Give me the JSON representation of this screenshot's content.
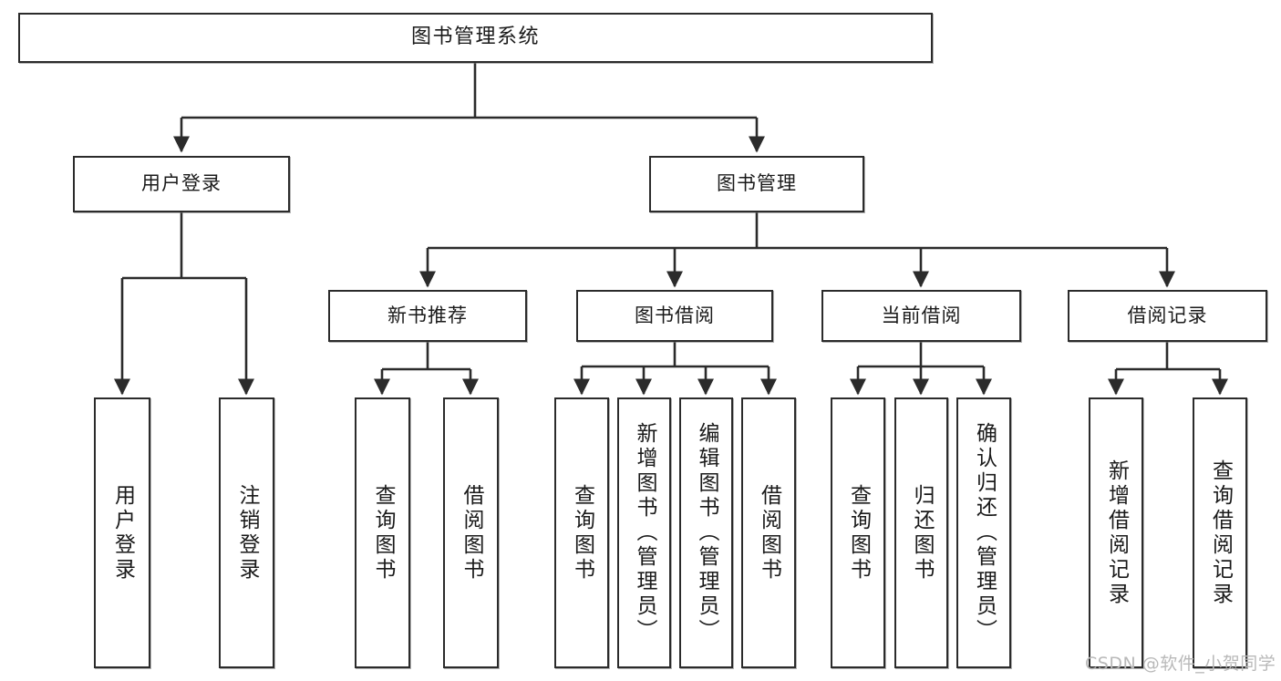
{
  "diagram": {
    "title": "图书管理系统",
    "type": "功能结构图",
    "stroke_color": "#2b2b2b",
    "fill_color": "#ffffff",
    "text_color": "#1a1a1a"
  },
  "nodes": {
    "root": {
      "label": "图书管理系统"
    },
    "level1": [
      {
        "label": "用户登录"
      },
      {
        "label": "图书管理"
      }
    ],
    "level2": [
      {
        "label": "新书推荐"
      },
      {
        "label": "图书借阅"
      },
      {
        "label": "当前借阅"
      },
      {
        "label": "借阅记录"
      }
    ],
    "leaves": {
      "user_login": [
        {
          "label": "用户登录"
        },
        {
          "label": "注销登录"
        }
      ],
      "new_book_recommend": [
        {
          "label": "查询图书"
        },
        {
          "label": "借阅图书"
        }
      ],
      "book_borrow": [
        {
          "label": "查询图书"
        },
        {
          "label": "新增图书（管理员）"
        },
        {
          "label": "编辑图书（管理员）"
        },
        {
          "label": "借阅图书"
        }
      ],
      "current_borrow": [
        {
          "label": "查询图书"
        },
        {
          "label": "归还图书"
        },
        {
          "label": "确认归还（管理员）"
        }
      ],
      "borrow_record": [
        {
          "label": "新增借阅记录"
        },
        {
          "label": "查询借阅记录"
        }
      ]
    }
  },
  "watermark": {
    "text": "CSDN @软件_小贺同学",
    "color": "#b9b9b9"
  }
}
